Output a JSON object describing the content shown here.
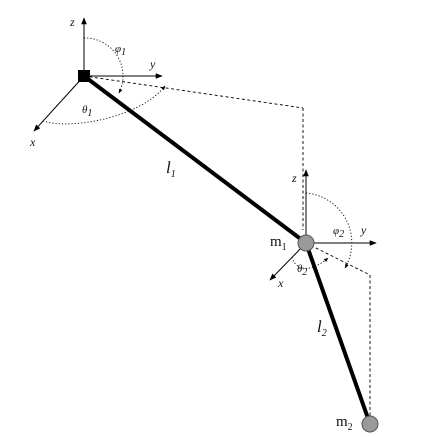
{
  "frame_origin": {
    "axes": {
      "z": "z",
      "y": "y",
      "x": "x"
    },
    "angles": {
      "phi": "φ",
      "phi_sub": "1",
      "theta": "θ",
      "theta_sub": "1"
    }
  },
  "frame_joint": {
    "axes": {
      "z": "z",
      "y": "y",
      "x": "x"
    },
    "angles": {
      "phi": "φ",
      "phi_sub": "2",
      "theta": "θ",
      "theta_sub": "2"
    }
  },
  "links": [
    {
      "label": "l",
      "sub": "1"
    },
    {
      "label": "l",
      "sub": "2"
    }
  ],
  "masses": [
    {
      "label": "m",
      "sub": "1",
      "color": "#9a9a9a"
    },
    {
      "label": "m",
      "sub": "2",
      "color": "#9a9a9a"
    }
  ],
  "colors": {
    "ink": "#000000",
    "mass_fill": "#9a9a9a"
  }
}
